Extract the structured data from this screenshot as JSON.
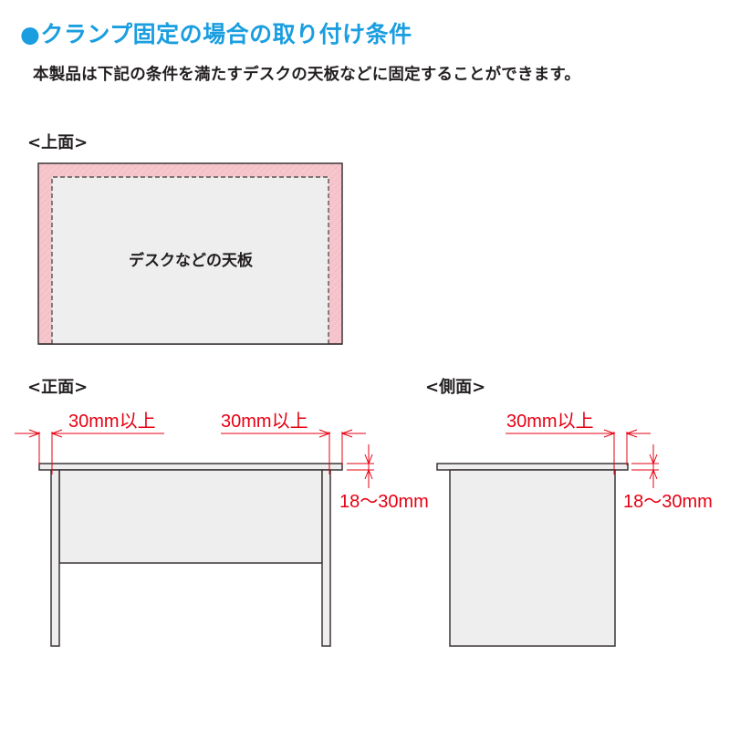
{
  "header": {
    "title": "●クランプ固定の場合の取り付け条件",
    "subtitle": "本製品は下記の条件を満たすデスクの天板などに固定することができます。"
  },
  "colors": {
    "title": "#1a9ee0",
    "dimension": "#e60012",
    "outline": "#3c3536",
    "panel_fill": "#eeeeee",
    "hatch_fill": "#f7c6cc"
  },
  "top_view": {
    "label": "<上面>",
    "center_text": "デスクなどの天板"
  },
  "front_view": {
    "label": "<正面>",
    "left_overhang": "30mm以上",
    "right_overhang": "30mm以上",
    "thickness": "18〜30mm"
  },
  "side_view": {
    "label": "<側面>",
    "overhang": "30mm以上",
    "thickness": "18〜30mm"
  }
}
